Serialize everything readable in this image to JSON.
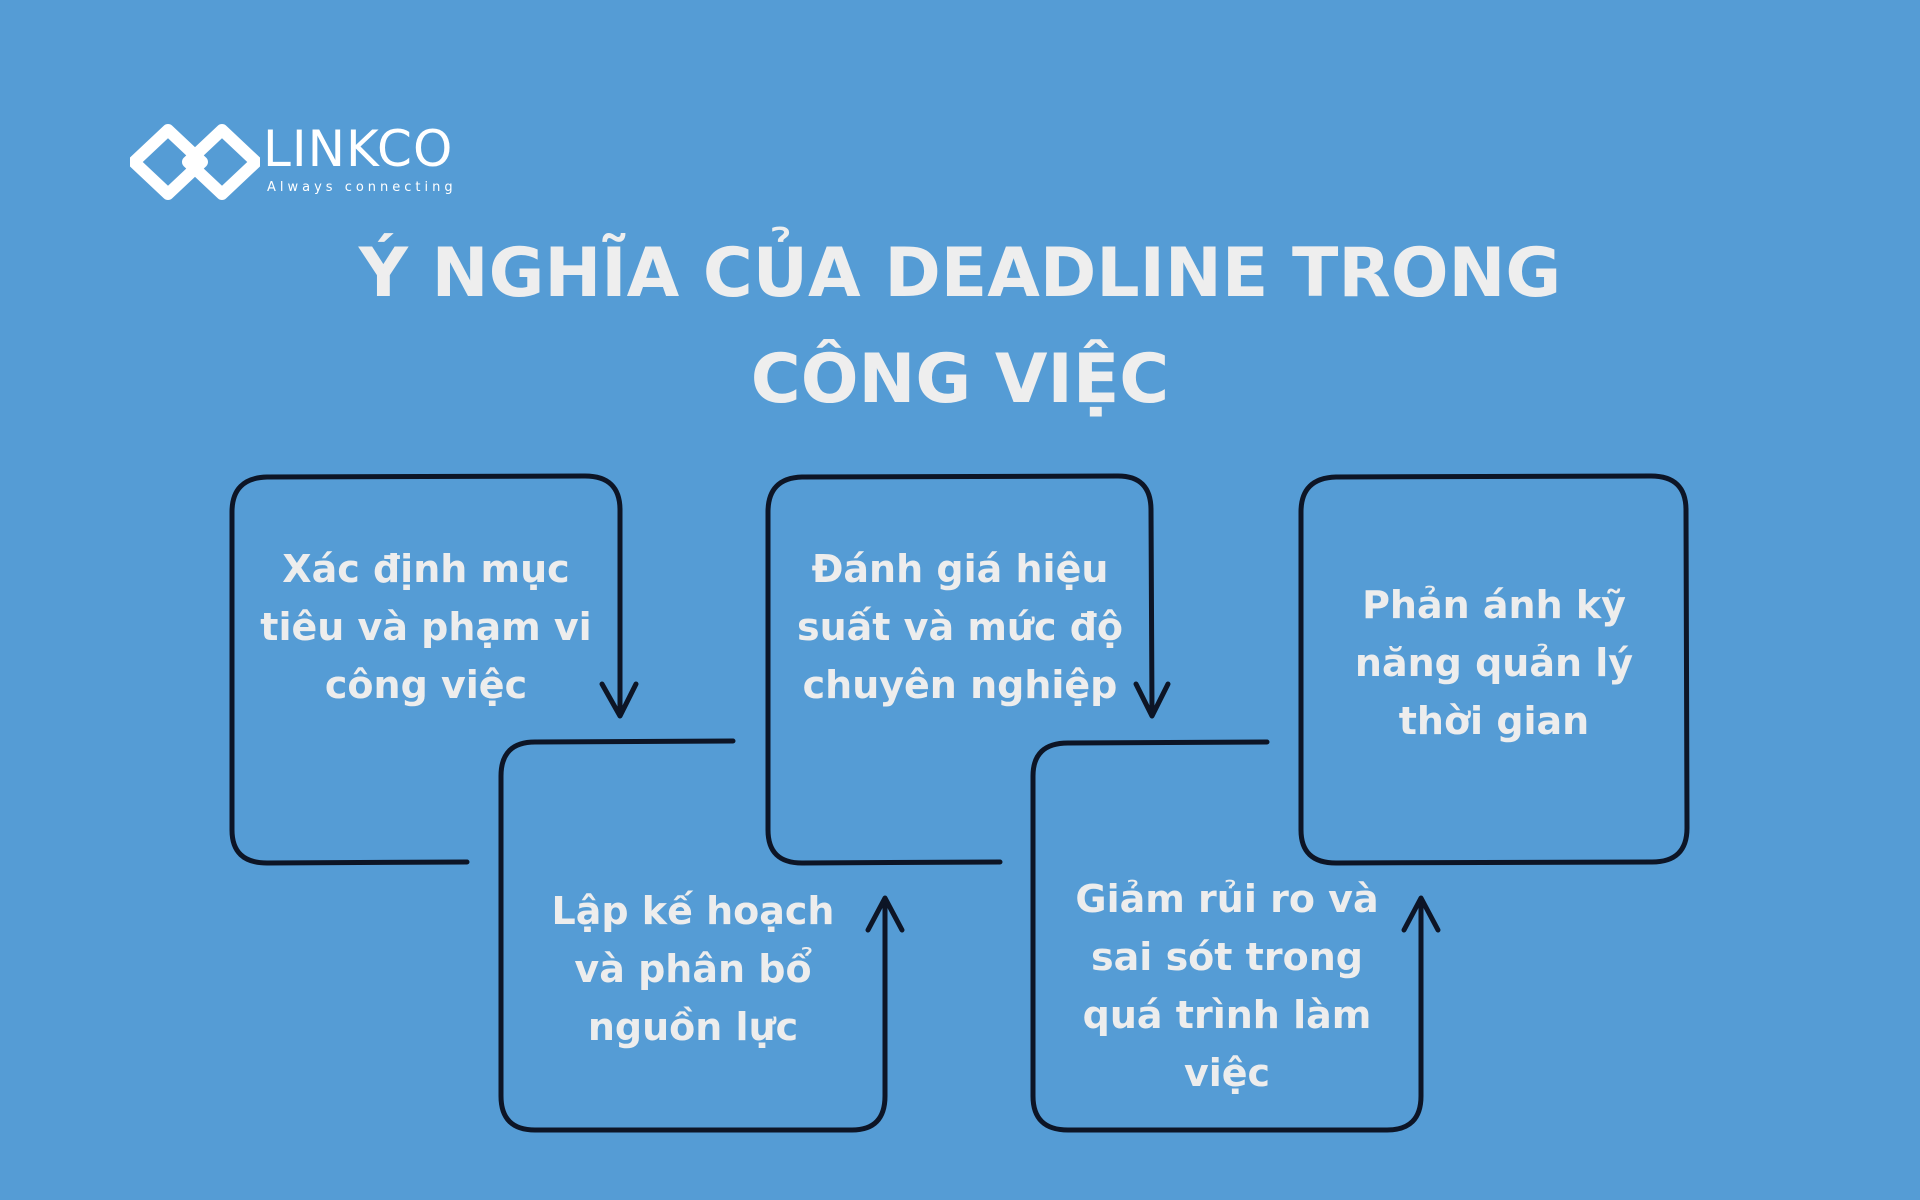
{
  "logo": {
    "name": "LINKCO",
    "tagline": "Always connecting",
    "mark": "linked-diamonds-icon"
  },
  "title": {
    "line1": "Ý NGHĨA CỦA DEADLINE TRONG",
    "line2": "CÔNG VIỆC"
  },
  "colors": {
    "background": "#559cd5",
    "text": "#ededed",
    "outline": "#0d1526"
  },
  "steps": [
    {
      "text": "Xác định mục\ntiêu và phạm vi\ncông việc"
    },
    {
      "text": "Lập kế hoạch\nvà phân bổ\nnguồn lực"
    },
    {
      "text": "Đánh giá hiệu\nsuất và mức độ\nchuyên nghiệp"
    },
    {
      "text": "Giảm rủi ro và\nsai sót trong\nquá trình làm\nviệc"
    },
    {
      "text": "Phản ánh kỹ\nnăng quản lý\nthời gian"
    }
  ]
}
